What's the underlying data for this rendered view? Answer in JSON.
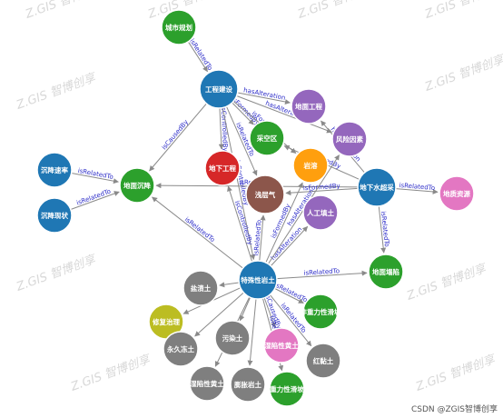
{
  "colors": {
    "blue": "#1f77b4",
    "green": "#2ca02c",
    "purple": "#9467bd",
    "red": "#d62728",
    "brown": "#8c564b",
    "orange": "#ff9f0e",
    "gray": "#7f7f7f",
    "olive": "#bcbd22",
    "pink": "#e377c2",
    "edge": "#8a8a8a",
    "edge_label": "#2b2bc8"
  },
  "nodes": [
    {
      "id": "n_urban",
      "label": "城市规划",
      "color": "green"
    },
    {
      "id": "n_eng",
      "label": "工程建设",
      "color": "blue"
    },
    {
      "id": "n_geoeng",
      "label": "地面工程",
      "color": "purple"
    },
    {
      "id": "n_goaf",
      "label": "采空区",
      "color": "green"
    },
    {
      "id": "n_risk",
      "label": "风险因素",
      "color": "purple"
    },
    {
      "id": "n_underground",
      "label": "地下工程",
      "color": "red"
    },
    {
      "id": "n_karst",
      "label": "岩溶",
      "color": "orange"
    },
    {
      "id": "n_shallowgas",
      "label": "浅层气",
      "color": "brown"
    },
    {
      "id": "n_gw",
      "label": "地下水超采",
      "color": "blue"
    },
    {
      "id": "n_geores",
      "label": "地质资源",
      "color": "pink"
    },
    {
      "id": "n_fill",
      "label": "人工填土",
      "color": "purple"
    },
    {
      "id": "n_settle",
      "label": "地面沉降",
      "color": "green"
    },
    {
      "id": "n_rate",
      "label": "沉降速率",
      "color": "blue"
    },
    {
      "id": "n_status",
      "label": "沉降现状",
      "color": "blue"
    },
    {
      "id": "n_special",
      "label": "特殊性岩土",
      "color": "blue"
    },
    {
      "id": "n_collapse",
      "label": "地面塌陷",
      "color": "green"
    },
    {
      "id": "n_saline",
      "label": "盐渍土",
      "color": "gray"
    },
    {
      "id": "n_repair",
      "label": "修复治理",
      "color": "olive"
    },
    {
      "id": "n_gravity",
      "label": "非重力性滑坡",
      "color": "green"
    },
    {
      "id": "n_permafrost",
      "label": "永久冻土",
      "color": "gray"
    },
    {
      "id": "n_polluted",
      "label": "污染土",
      "color": "gray"
    },
    {
      "id": "n_collapsible",
      "label": "湿陷性黄土",
      "color": "pink"
    },
    {
      "id": "n_redclay",
      "label": "红黏土",
      "color": "gray"
    },
    {
      "id": "n_wetloess",
      "label": "湿陷性黄土",
      "color": "gray"
    },
    {
      "id": "n_expansive",
      "label": "膨胀岩土",
      "color": "gray"
    },
    {
      "id": "n_gravslide",
      "label": "重力性滑坡",
      "color": "green"
    }
  ],
  "edges": [
    {
      "from": "n_urban",
      "to": "n_eng",
      "label": "isRelatedTo"
    },
    {
      "from": "n_eng",
      "to": "n_settle",
      "label": "isCausedBy"
    },
    {
      "from": "n_eng",
      "to": "n_geoeng",
      "label": "hasAlteration"
    },
    {
      "from": "n_eng",
      "to": "n_goaf",
      "label": "isFormedBy"
    },
    {
      "from": "n_eng",
      "to": "n_underground",
      "label": "isControlledBy"
    },
    {
      "from": "n_eng",
      "to": "n_shallowgas",
      "label": "isRelatedTo"
    },
    {
      "from": "n_eng",
      "to": "n_special",
      "label": "isControlledBy"
    },
    {
      "from": "n_eng",
      "to": "n_karst",
      "label": "isFormedBy"
    },
    {
      "from": "n_eng",
      "to": "n_risk",
      "label": "hasAlteration"
    },
    {
      "from": "n_rate",
      "to": "n_settle",
      "label": "isRelatedTo"
    },
    {
      "from": "n_status",
      "to": "n_settle",
      "label": "isRelatedTo"
    },
    {
      "from": "n_gw",
      "to": "n_settle",
      "label": "isRelatedTo"
    },
    {
      "from": "n_gw",
      "to": "n_geores",
      "label": "isRelatedTo"
    },
    {
      "from": "n_gw",
      "to": "n_collapse",
      "label": "isRelatedTo"
    },
    {
      "from": "n_gw",
      "to": "n_goaf",
      "label": "isFormedBy"
    },
    {
      "from": "n_gw",
      "to": "n_geoeng",
      "label": "hasAlteration"
    },
    {
      "from": "n_gw",
      "to": "n_shallowgas",
      "label": "isFormedBy"
    },
    {
      "from": "n_special",
      "to": "n_settle",
      "label": "isRelatedTo"
    },
    {
      "from": "n_special",
      "to": "n_collapse",
      "label": "isRelatedTo"
    },
    {
      "from": "n_special",
      "to": "n_shallowgas",
      "label": "isRelatedTo"
    },
    {
      "from": "n_special",
      "to": "n_karst",
      "label": "isFormedBy"
    },
    {
      "from": "n_special",
      "to": "n_fill",
      "label": "hasAlteration"
    },
    {
      "from": "n_special",
      "to": "n_risk",
      "label": "hasAlteration"
    },
    {
      "from": "n_special",
      "to": "n_underground",
      "label": "isControlledBy"
    },
    {
      "from": "n_special",
      "to": "n_gravity",
      "label": "isRelatedTo"
    },
    {
      "from": "n_special",
      "to": "n_redclay",
      "label": "isRelatedTo"
    },
    {
      "from": "n_special",
      "to": "n_collapsible",
      "label": "isCausedBy"
    },
    {
      "from": "n_special",
      "to": "n_gravslide",
      "label": "isRelatedTo"
    },
    {
      "from": "n_special",
      "to": "n_saline",
      "label": ""
    },
    {
      "from": "n_special",
      "to": "n_repair",
      "label": ""
    },
    {
      "from": "n_special",
      "to": "n_permafrost",
      "label": ""
    },
    {
      "from": "n_special",
      "to": "n_polluted",
      "label": ""
    },
    {
      "from": "n_special",
      "to": "n_wetloess",
      "label": ""
    },
    {
      "from": "n_special",
      "to": "n_expansive",
      "label": ""
    }
  ],
  "watermark": "Z.GIS 智博创享",
  "credit": "CSDN @ZGIS智博创享"
}
